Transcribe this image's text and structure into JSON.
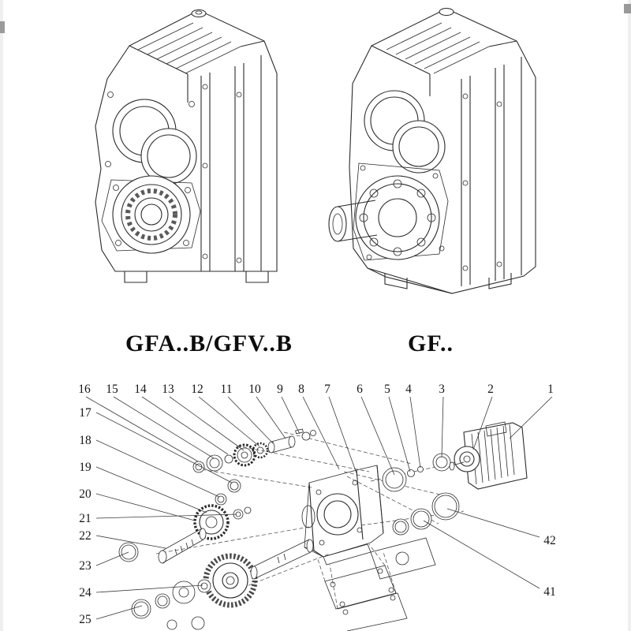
{
  "page": {
    "background": "#ffffff",
    "line_color": "#2b2b2b"
  },
  "models": {
    "left_label": "GFA..B/GFV..B",
    "right_label": "GF.."
  },
  "exploded": {
    "callouts_top": [
      "16",
      "15",
      "14",
      "13",
      "12",
      "11",
      "10",
      "9",
      "8",
      "7",
      "6",
      "5",
      "4",
      "3",
      "2",
      "1"
    ],
    "callouts_left": [
      "17",
      "18",
      "19",
      "20",
      "21",
      "22",
      "23",
      "24",
      "25"
    ],
    "callouts_right": [
      "42",
      "41"
    ]
  }
}
